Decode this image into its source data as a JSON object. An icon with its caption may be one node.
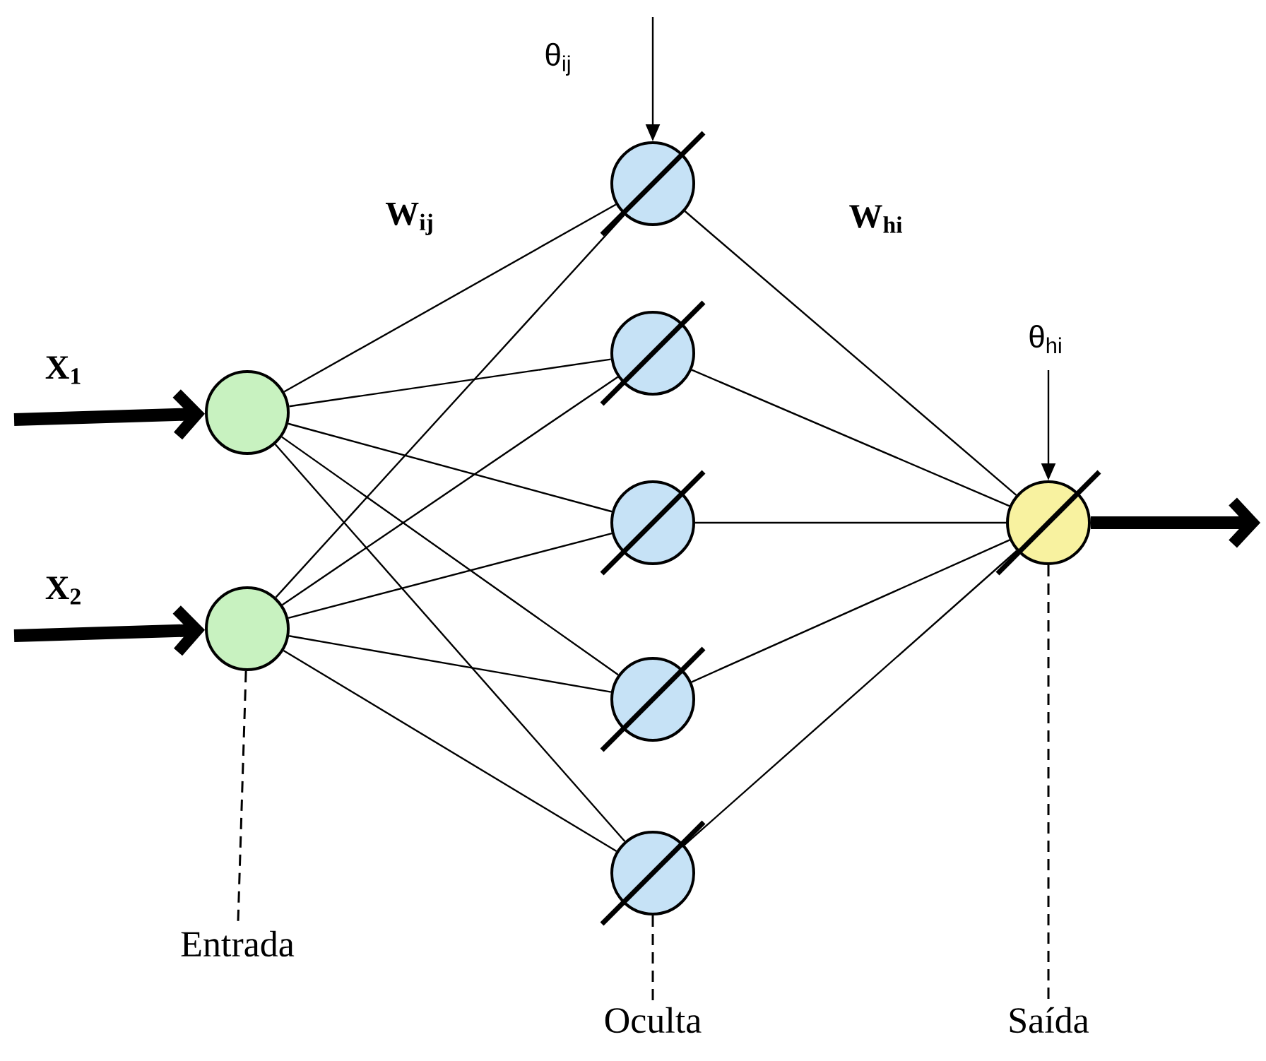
{
  "diagram": {
    "nodes": [
      {
        "text": [],
        "shape": "circle"
      },
      {
        "text": [],
        "shape": "circle"
      },
      {
        "text": [],
        "shape": "circle"
      },
      {
        "text": [],
        "shape": "circle"
      },
      {
        "text": [],
        "shape": "circle"
      },
      {
        "text": [],
        "shape": "circle"
      },
      {
        "text": [],
        "shape": "circle"
      },
      {
        "text": [],
        "shape": "circle"
      },
      {
        "text": [
          "Entrada"
        ]
      },
      {
        "text": [
          "Oculta"
        ]
      },
      {
        "text": [
          "Saída"
        ]
      }
    ],
    "edges": [
      {
        "from": 0,
        "to": 2,
        "arrow": "none"
      },
      {
        "from": 0,
        "to": 3,
        "arrow": "none"
      },
      {
        "from": 0,
        "to": 4,
        "arrow": "none"
      },
      {
        "from": 0,
        "to": 5,
        "arrow": "none"
      },
      {
        "from": 0,
        "to": 6,
        "arrow": "none"
      },
      {
        "from": 1,
        "to": 2,
        "arrow": "none"
      },
      {
        "from": 1,
        "to": 3,
        "arrow": "none"
      },
      {
        "from": 1,
        "to": 4,
        "arrow": "none"
      },
      {
        "from": 1,
        "to": 5,
        "arrow": "none"
      },
      {
        "from": 1,
        "to": 6,
        "arrow": "none"
      },
      {
        "from": 2,
        "to": 7,
        "arrow": "none"
      },
      {
        "from": 3,
        "to": 7,
        "arrow": "none"
      },
      {
        "from": 4,
        "to": 7,
        "arrow": "none"
      },
      {
        "from": 5,
        "to": 7,
        "arrow": "none"
      },
      {
        "from": 6,
        "to": 7,
        "arrow": "none"
      },
      {
        "from": null,
        "to": 0,
        "arrow": "to",
        "style": "thick"
      },
      {
        "from": null,
        "to": 1,
        "arrow": "to",
        "style": "thick"
      },
      {
        "from": 7,
        "to": null,
        "arrow": "to",
        "style": "thick"
      },
      {
        "from": null,
        "to": 2,
        "arrow": "to"
      },
      {
        "from": null,
        "to": 7,
        "arrow": "to"
      },
      {
        "from": 1,
        "to": 8,
        "arrow": "none",
        "style": "dashed"
      },
      {
        "from": 6,
        "to": 9,
        "arrow": "none",
        "style": "dashed"
      },
      {
        "from": 7,
        "to": 10,
        "arrow": "none",
        "style": "dashed"
      }
    ],
    "labels": [
      "θ$_{ij}$",
      "W$_{ij}$",
      "W$_{hi}$",
      "θ$_{hi}$",
      "X$_{1}$",
      "X$_{2}$"
    ]
  }
}
